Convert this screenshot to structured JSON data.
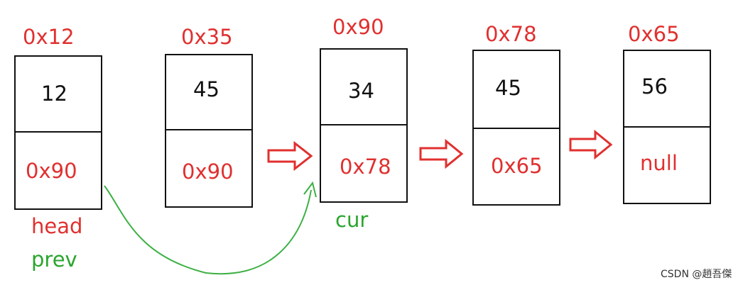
{
  "nodes": [
    {
      "address": "0x12",
      "value": "12",
      "next": "0x90"
    },
    {
      "address": "0x35",
      "value": "45",
      "next": "0x90"
    },
    {
      "address": "0x90",
      "value": "34",
      "next": "0x78"
    },
    {
      "address": "0x78",
      "value": "45",
      "next": "0x65"
    },
    {
      "address": "0x65",
      "value": "56",
      "next": "null"
    }
  ],
  "pointers": {
    "head": "head",
    "prev": "prev",
    "cur": "cur"
  },
  "colors": {
    "address": "#e0302f",
    "pointer_red": "#e0302f",
    "pointer_green": "#2aa52e",
    "curve": "#3cb043"
  },
  "watermark": "CSDN @趙吾傑"
}
